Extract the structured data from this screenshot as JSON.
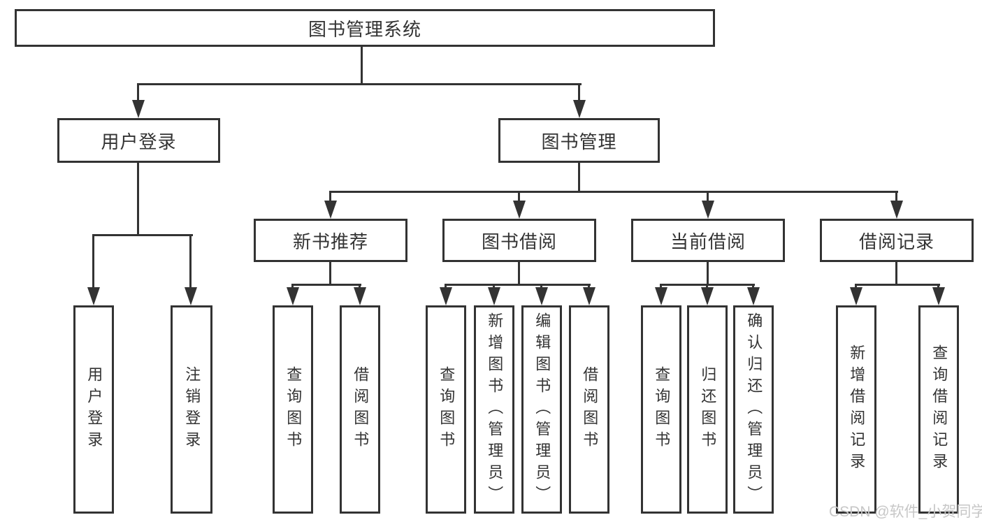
{
  "colors": {
    "line": "#333333",
    "text": "#333333",
    "background": "#ffffff",
    "watermark": "#c7c7c7"
  },
  "tree": {
    "root": "图书管理系统",
    "branches": [
      {
        "label": "用户登录",
        "children": [
          "用户登录",
          "注销登录"
        ]
      },
      {
        "label": "图书管理",
        "children": [
          {
            "label": "新书推荐",
            "children": [
              "查询图书",
              "借阅图书"
            ]
          },
          {
            "label": "图书借阅",
            "children": [
              "查询图书",
              "新增图书（管理员）",
              "编辑图书（管理员）",
              "借阅图书"
            ]
          },
          {
            "label": "当前借阅",
            "children": [
              "查询图书",
              "归还图书",
              "确认归还（管理员）"
            ]
          },
          {
            "label": "借阅记录",
            "children": [
              "新增借阅记录",
              "查询借阅记录"
            ]
          }
        ]
      }
    ]
  },
  "watermark": "CSDN @软件_小贺同学"
}
